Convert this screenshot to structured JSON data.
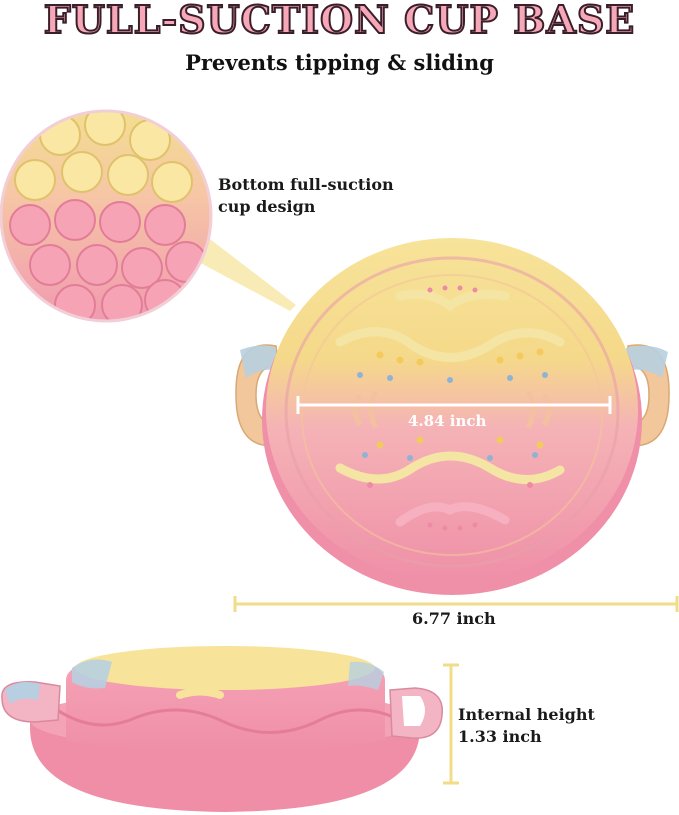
{
  "header": {
    "title": "FULL-SUCTION CUP BASE",
    "subtitle": "Prevents tipping & sliding"
  },
  "callout": {
    "line1": "Bottom full-suction",
    "line2": "cup design"
  },
  "dimensions": {
    "inner_width": "4.84 inch",
    "outer_width": "6.77 inch",
    "height_line1": "Internal height",
    "height_line2": "1.33 inch"
  },
  "colors": {
    "title_fill": "#f6a7b8",
    "title_outline": "#3a1f2a",
    "pink": "#f29ab0",
    "yellow": "#f7e39a",
    "blue": "#b7cfe0",
    "measure_line": "#f2dc8a"
  }
}
